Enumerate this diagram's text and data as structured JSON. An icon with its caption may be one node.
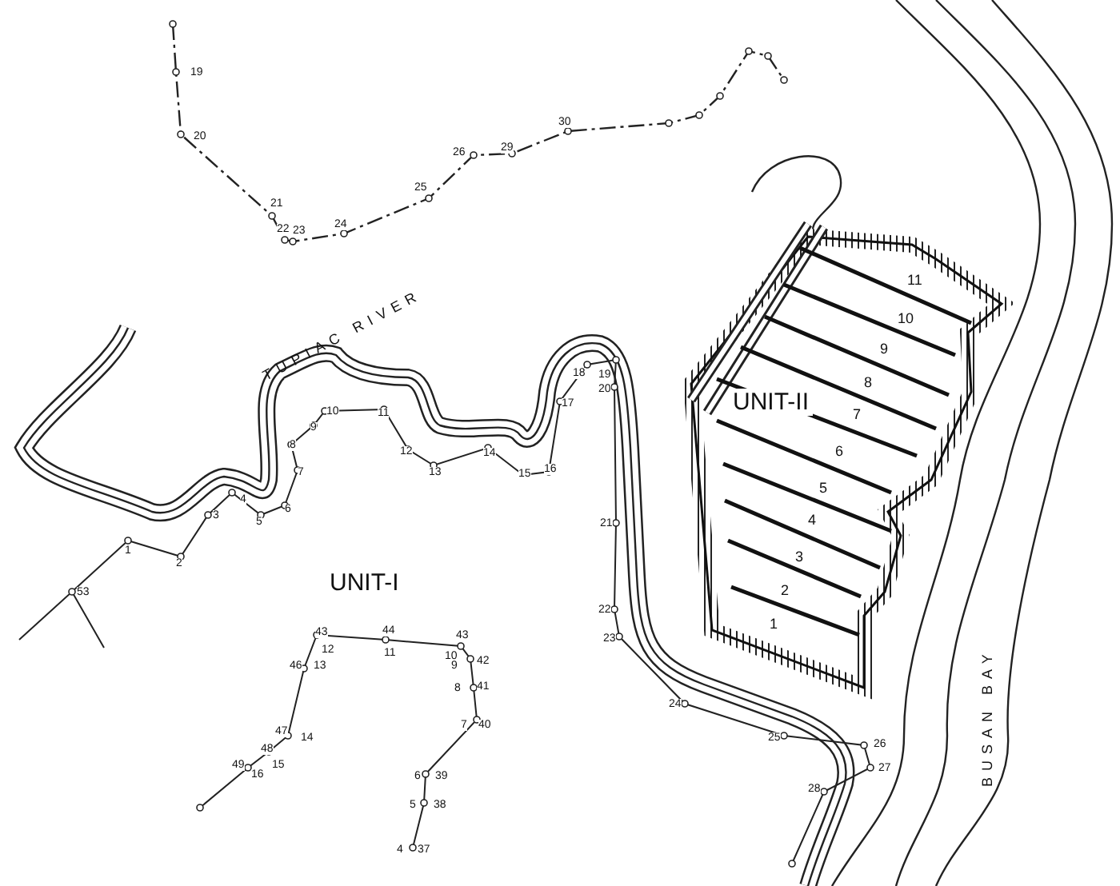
{
  "diagram": {
    "labels": [
      "19",
      "20",
      "21",
      "22",
      "23",
      "24",
      "25",
      "26",
      "29",
      "30",
      "TUPIAC RIVER",
      "1",
      "2",
      "3",
      "4",
      "5",
      "6",
      "7",
      "8",
      "9",
      "10",
      "11",
      "12",
      "13",
      "14",
      "15",
      "16",
      "17",
      "18",
      "19",
      "20",
      "21",
      "22",
      "23",
      "24",
      "25",
      "26",
      "27",
      "28",
      "53",
      "11",
      "10",
      "9",
      "8",
      "7",
      "6",
      "5",
      "4",
      "3",
      "2",
      "1",
      "UNIT-II",
      "UNIT-I",
      "43",
      "12",
      "44",
      "11",
      "43",
      "10",
      "9",
      "42",
      "8",
      "41",
      "7",
      "40",
      "6",
      "39",
      "5",
      "38",
      "4",
      "37",
      "46",
      "13",
      "47",
      "14",
      "48",
      "49",
      "15",
      "16",
      "BUSAN BAY"
    ]
  }
}
